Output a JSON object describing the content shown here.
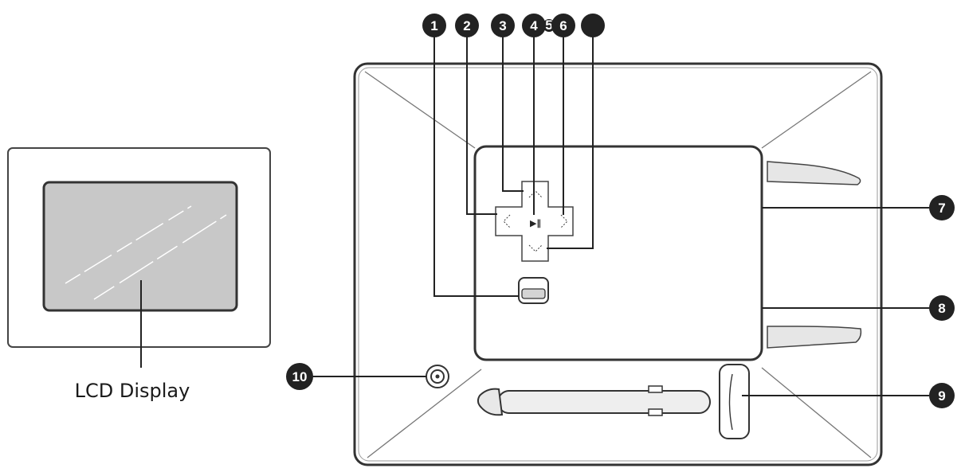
{
  "front_view": {
    "caption": "LCD Display"
  },
  "back_view": {
    "callouts": [
      {
        "id": "1",
        "label": "1"
      },
      {
        "id": "2",
        "label": "2"
      },
      {
        "id": "3",
        "label": "3"
      },
      {
        "id": "4",
        "label": "4"
      },
      {
        "id": "5",
        "label": "5"
      },
      {
        "id": "6",
        "label": "6"
      },
      {
        "id": "7",
        "label": "7"
      },
      {
        "id": "8",
        "label": "8"
      },
      {
        "id": "9",
        "label": "9"
      },
      {
        "id": "10",
        "label": "10"
      }
    ],
    "play_pause_symbol": "▶∥"
  }
}
